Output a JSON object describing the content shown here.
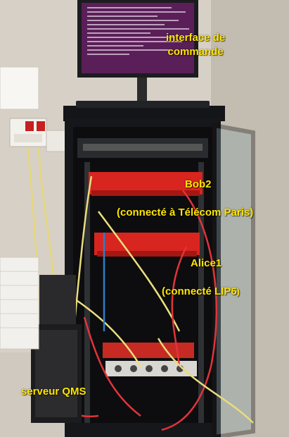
{
  "photo": {
    "subject": "server-rack-quantum-network-node"
  },
  "labels": {
    "cli": {
      "line1": "interface de",
      "line2": "commande"
    },
    "bob2": {
      "name": "Bob2",
      "detail": "(connecté à Télécom Paris)"
    },
    "alice1": {
      "name": "Alice1",
      "detail_main": "(connecté LIP6",
      "detail_tail": ")"
    },
    "qms": {
      "name": "serveur QMS"
    }
  },
  "colors": {
    "label_text": "#ffe600",
    "red_chassis": "#d8251f",
    "rack_black": "#16171a",
    "screen_purple": "#5a1f58"
  },
  "icons": {
    "rack": "server-rack",
    "monitor": "terminal-monitor",
    "tower": "qms-tower"
  }
}
